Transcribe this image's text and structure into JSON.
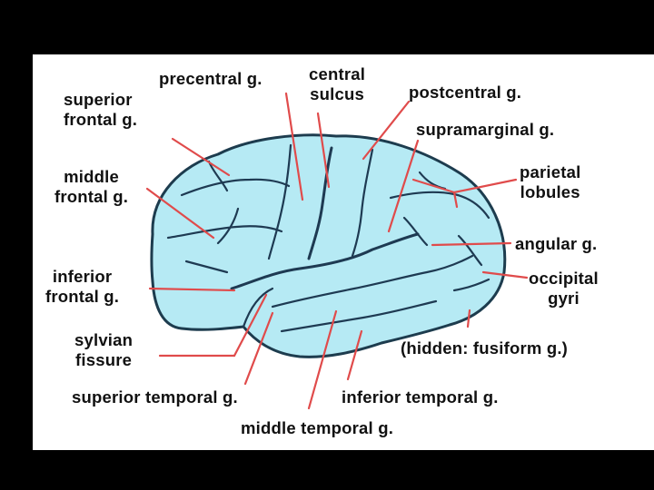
{
  "colors": {
    "background": "#000000",
    "panel": "#ffffff",
    "brain_fill": "#b6eaf4",
    "brain_outline": "#1d3c4e",
    "sulci": "#1e3a52",
    "leader_lines": "#e04b4b",
    "text": "#111111"
  },
  "labels": {
    "superior_frontal": [
      "superior",
      "frontal g."
    ],
    "precentral": "precentral g.",
    "central_sulcus": [
      "central",
      "sulcus"
    ],
    "postcentral": "postcentral g.",
    "supramarginal": "supramarginal g.",
    "middle_frontal": [
      "middle",
      "frontal g."
    ],
    "parietal_lobules": [
      "parietal",
      "lobules"
    ],
    "angular": "angular g.",
    "inferior_frontal": [
      "inferior",
      "frontal g."
    ],
    "occipital_gyri": [
      "occipital",
      "gyri"
    ],
    "sylvian_fissure": [
      "sylvian",
      "fissure"
    ],
    "fusiform_note": "(hidden: fusiform g.)",
    "superior_temporal": "superior temporal g.",
    "inferior_temporal": "inferior temporal g.",
    "middle_temporal": "middle temporal g."
  }
}
